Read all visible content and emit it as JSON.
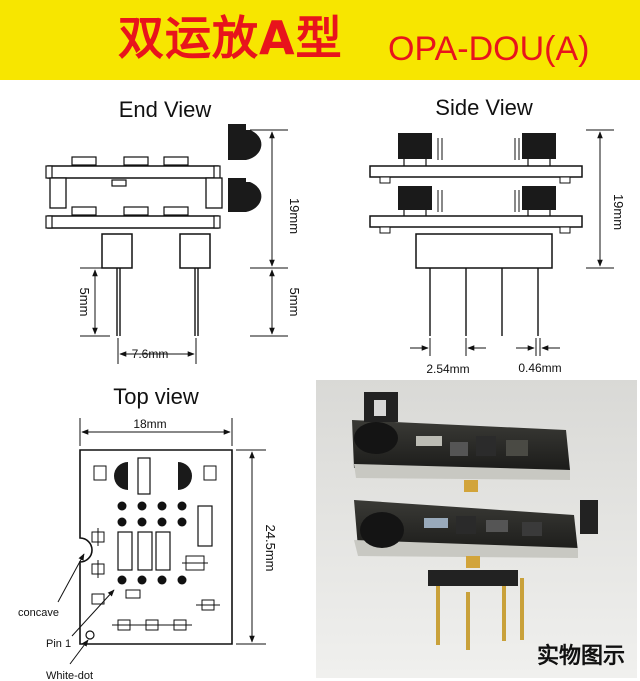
{
  "banner": {
    "title_cn": "双运放A型",
    "title_en": "OPA-DOU(A)",
    "background_color": "#f7e600",
    "text_color": "#e8141c"
  },
  "end_view": {
    "title": "End View",
    "height_dim": "19mm",
    "pin_length_left": "5mm",
    "pin_length_right": "5mm",
    "pin_spacing": "7.6mm"
  },
  "side_view": {
    "title": "Side View",
    "height_dim": "19mm",
    "pin_pitch": "2.54mm",
    "pin_diameter": "0.46mm"
  },
  "top_view": {
    "title": "Top view",
    "width_dim": "18mm",
    "height_dim": "24.5mm",
    "label_concave": "concave",
    "label_pin1": "Pin 1",
    "label_white_dot": "White-dot"
  },
  "photo": {
    "caption": "实物图示"
  }
}
